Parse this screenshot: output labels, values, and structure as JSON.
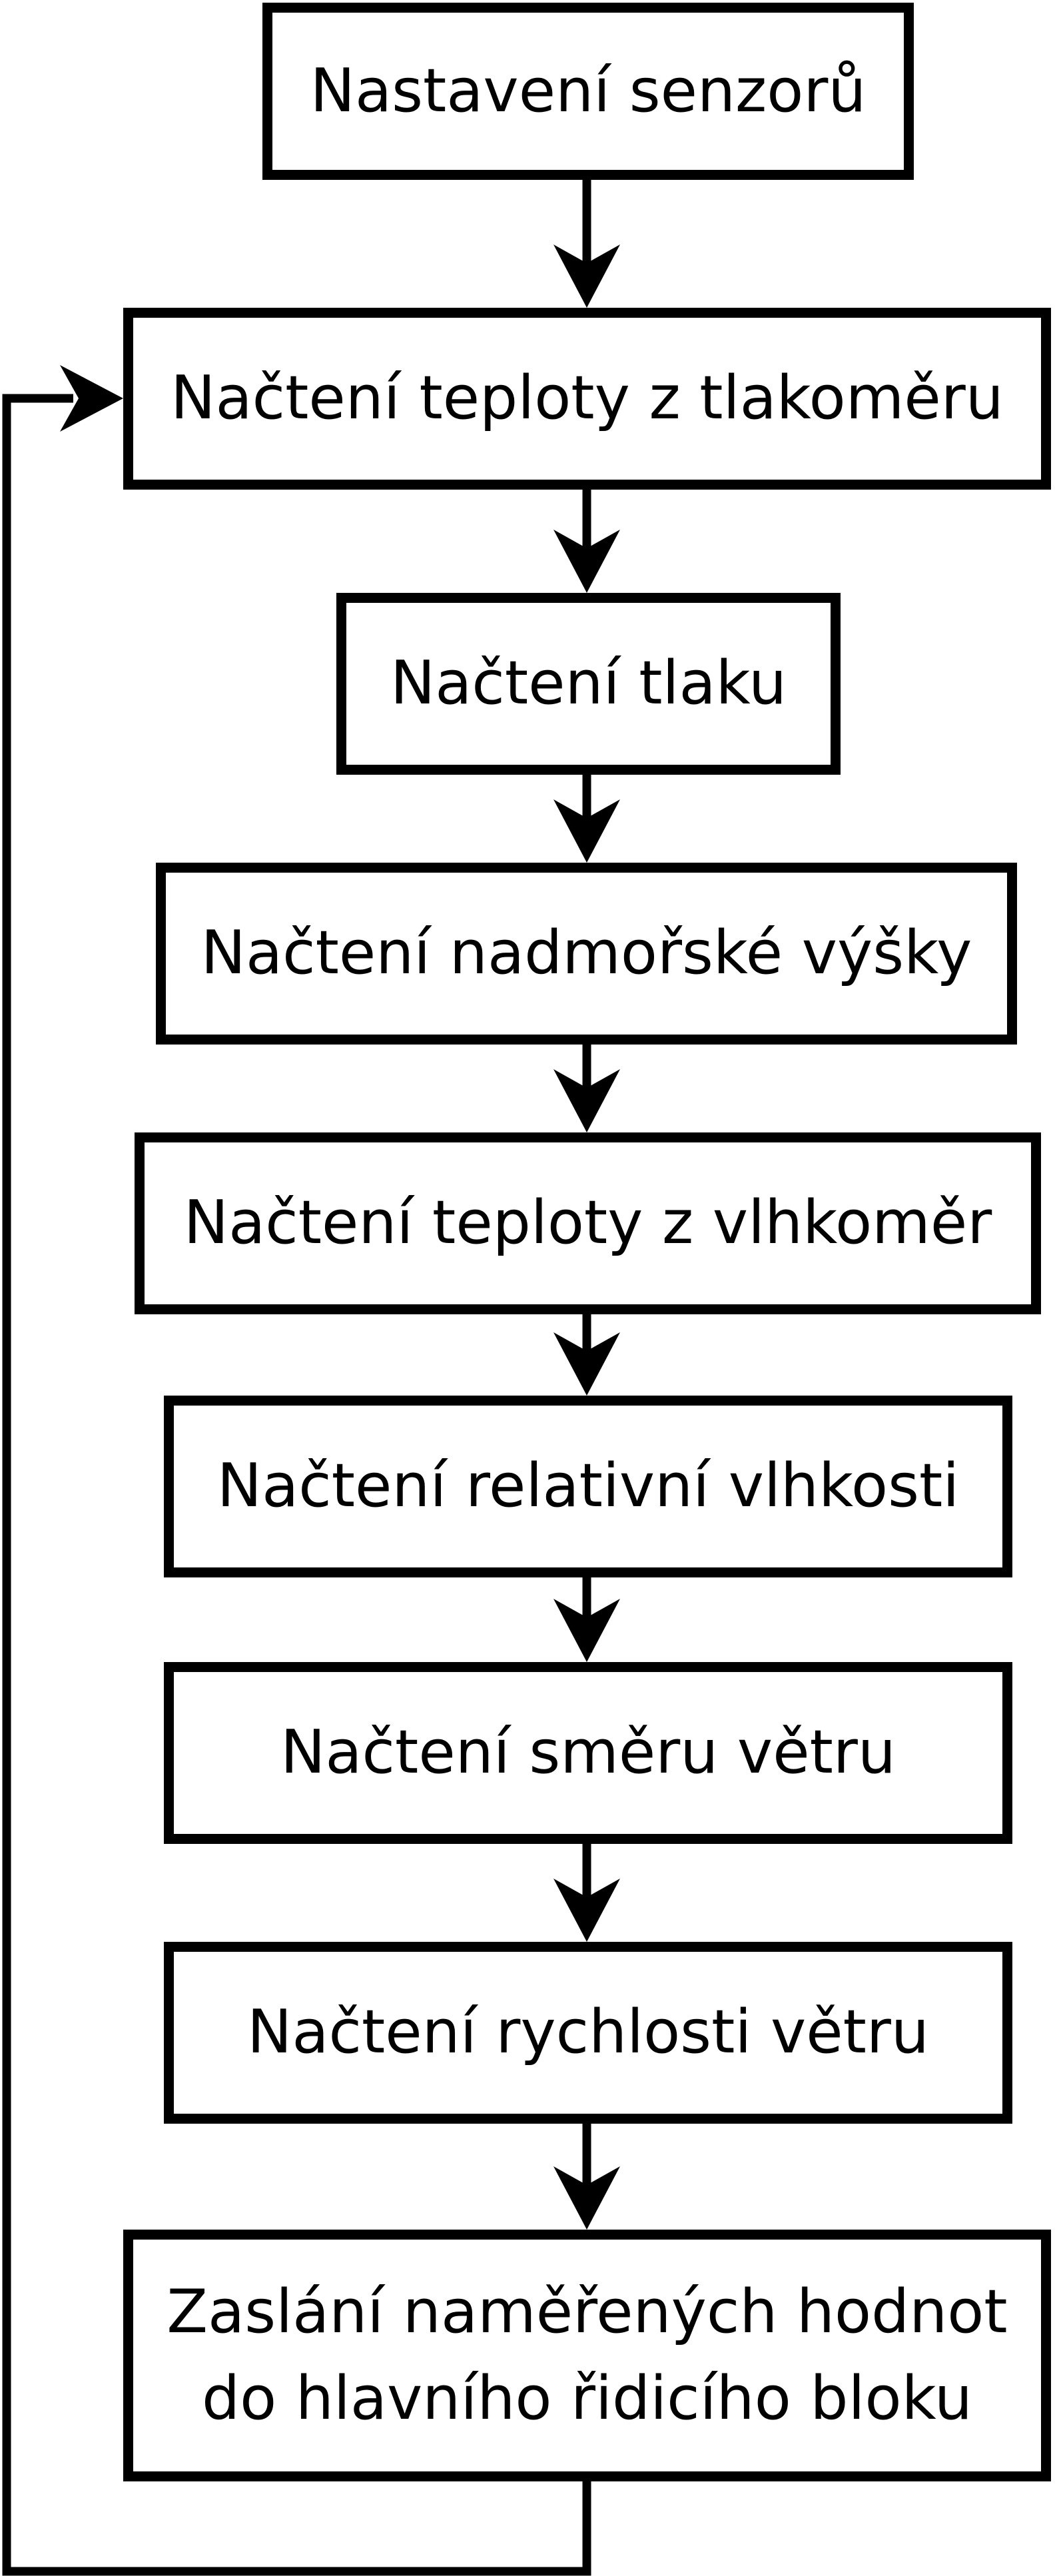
{
  "diagram": {
    "background_color": "#ffffff",
    "line_color": "#000000",
    "box_fill_color": "#ffffff",
    "boxes": [
      {
        "id": "nastaveni-senzoru",
        "label": "Nastavení senzorů"
      },
      {
        "id": "nacteni-teploty-z-tlakomeru",
        "label": "Načtení teploty z tlakoměru"
      },
      {
        "id": "nacteni-tlaku",
        "label": "Načtení tlaku"
      },
      {
        "id": "nacteni-nadmorske-vysky",
        "label": "Načtení nadmořské výšky"
      },
      {
        "id": "nacteni-teploty-z-vlhkomer",
        "label": "Načtení teploty z vlhkoměr"
      },
      {
        "id": "nacteni-relativni-vlhkosti",
        "label": "Načtení relativní vlhkosti"
      },
      {
        "id": "nacteni-smeru-vetru",
        "label": "Načtení směru větru"
      },
      {
        "id": "nacteni-rychlosti-vetru",
        "label": "Načtení rychlosti větru"
      },
      {
        "id": "zaslani-namerenych-hodnot",
        "lines": [
          "Zaslání naměřených hodnot",
          "do hlavního řidicího bloku"
        ]
      }
    ],
    "connections": [
      {
        "from": "nastaveni-senzoru",
        "to": "nacteni-teploty-z-tlakomeru",
        "type": "forward"
      },
      {
        "from": "nacteni-teploty-z-tlakomeru",
        "to": "nacteni-tlaku",
        "type": "forward"
      },
      {
        "from": "nacteni-tlaku",
        "to": "nacteni-nadmorske-vysky",
        "type": "forward"
      },
      {
        "from": "nacteni-nadmorske-vysky",
        "to": "nacteni-teploty-z-vlhkomer",
        "type": "forward"
      },
      {
        "from": "nacteni-teploty-z-vlhkomer",
        "to": "nacteni-relativni-vlhkosti",
        "type": "forward"
      },
      {
        "from": "nacteni-relativni-vlhkosti",
        "to": "nacteni-smeru-vetru",
        "type": "forward"
      },
      {
        "from": "nacteni-smeru-vetru",
        "to": "nacteni-rychlosti-vetru",
        "type": "forward"
      },
      {
        "from": "nacteni-rychlosti-vetru",
        "to": "zaslani-namerenych-hodnot",
        "type": "forward"
      },
      {
        "from": "zaslani-namerenych-hodnot",
        "to": "nacteni-teploty-z-tlakomeru",
        "type": "loop-back"
      }
    ]
  }
}
